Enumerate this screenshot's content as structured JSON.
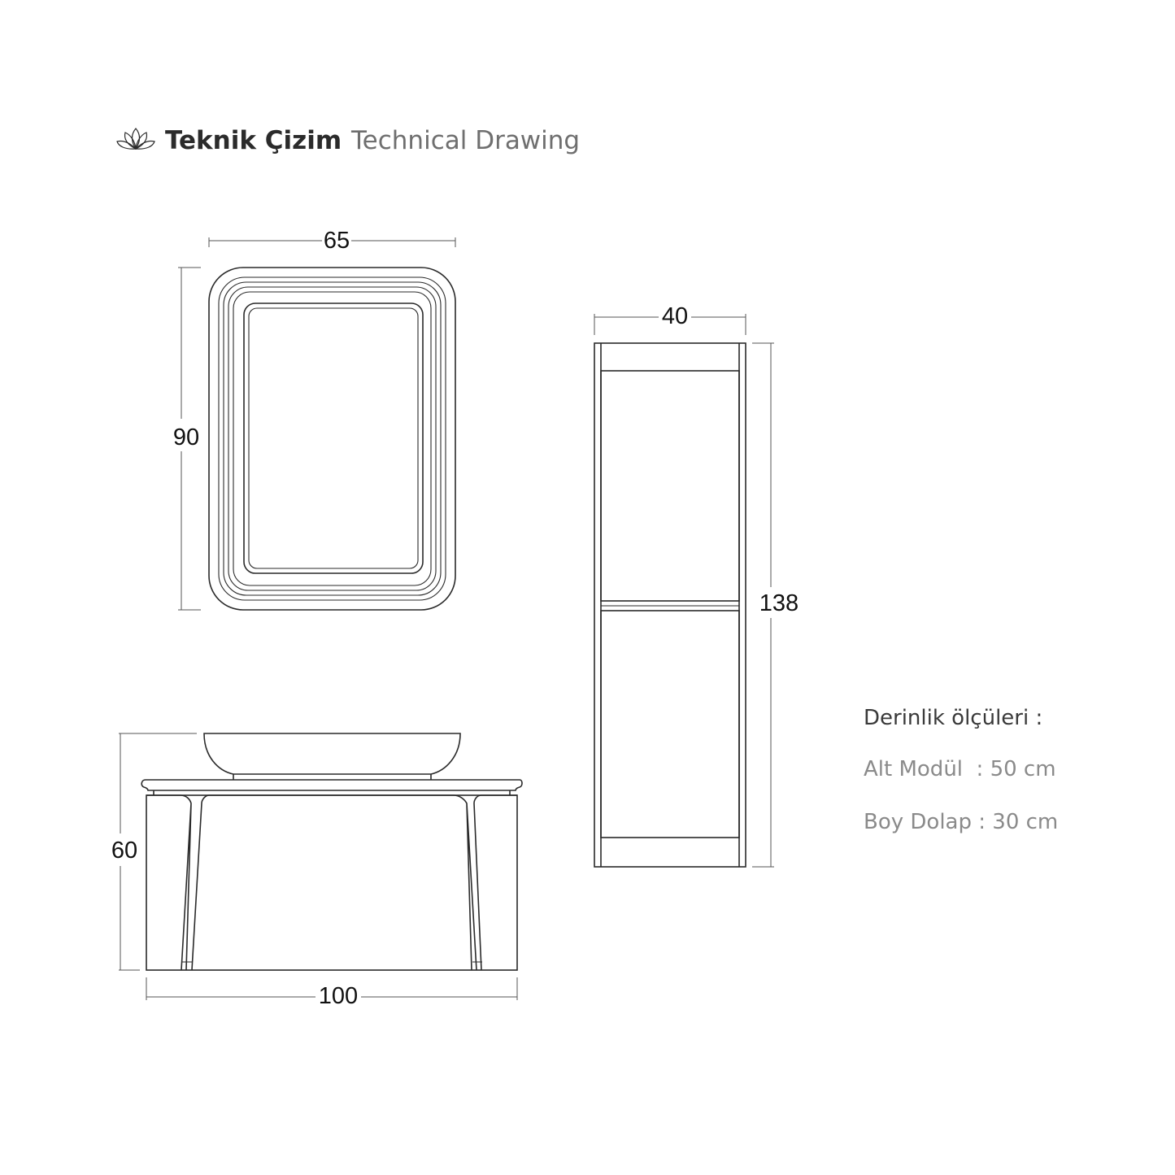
{
  "header": {
    "logo_icon": "lotus-icon",
    "title_tr": "Teknik Çizim",
    "title_en": "Technical Drawing"
  },
  "mirror": {
    "width_label": "65",
    "height_label": "90"
  },
  "tall_cabinet": {
    "width_label": "40",
    "height_label": "138"
  },
  "vanity": {
    "width_label": "100",
    "height_label": "60"
  },
  "depth_notes": {
    "heading": "Derinlik ölçüleri :",
    "items": [
      {
        "label": "Alt Modül  : 50 cm"
      },
      {
        "label": "Boy Dolap : 30 cm"
      }
    ]
  },
  "colors": {
    "heading": "#3a3a3a",
    "note": "#8a8a8a"
  }
}
